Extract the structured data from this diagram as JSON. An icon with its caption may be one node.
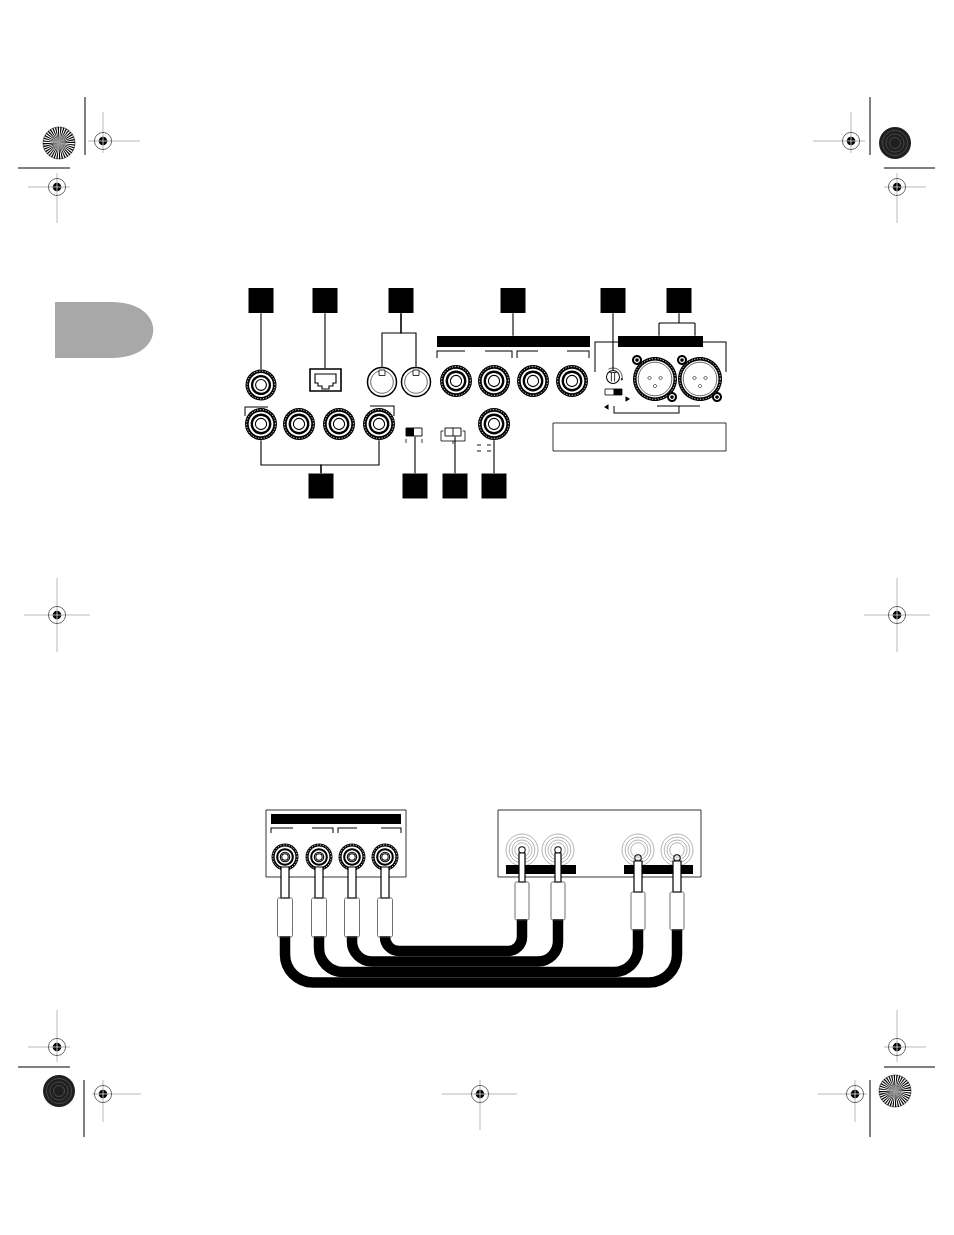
{
  "diagram": {
    "nodes": [
      {
        "text": [],
        "shape": "box"
      },
      {
        "text": [],
        "shape": "box"
      },
      {
        "text": [],
        "shape": "box"
      },
      {
        "text": [],
        "shape": "box"
      },
      {
        "text": [],
        "shape": "box"
      },
      {
        "text": [],
        "shape": "box"
      },
      {
        "text": [],
        "shape": "bar"
      },
      {
        "text": [],
        "shape": "bar"
      },
      {
        "text": [],
        "shape": "circle"
      },
      {
        "text": [],
        "shape": "box"
      },
      {
        "text": [],
        "shape": "circle"
      },
      {
        "text": [],
        "shape": "circle"
      },
      {
        "text": [],
        "shape": "circle"
      },
      {
        "text": [],
        "shape": "circle"
      },
      {
        "text": [],
        "shape": "circle"
      },
      {
        "text": [],
        "shape": "circle"
      },
      {
        "text": [],
        "shape": "circle"
      },
      {
        "text": [],
        "shape": "circle"
      },
      {
        "text": [],
        "shape": "circle"
      },
      {
        "text": [],
        "shape": "circle"
      },
      {
        "text": [],
        "shape": "circle"
      },
      {
        "text": [],
        "shape": "box"
      },
      {
        "text": [],
        "shape": "box"
      },
      {
        "text": [],
        "shape": "circle"
      },
      {
        "text": [],
        "shape": "box"
      },
      {
        "text": [],
        "shape": "box"
      },
      {
        "text": [],
        "shape": "box"
      },
      {
        "text": [],
        "shape": "box"
      },
      {
        "text": [],
        "shape": "box"
      },
      {
        "text": [],
        "shape": "circle",
        "in": 28
      },
      {
        "text": [],
        "shape": "circle",
        "in": 28
      },
      {
        "text": [],
        "shape": "circle",
        "in": 28
      },
      {
        "text": [],
        "shape": "circle",
        "in": 28
      },
      {
        "text": [],
        "shape": "box"
      },
      {
        "text": [],
        "shape": "circle",
        "in": 33
      },
      {
        "text": [],
        "shape": "circle",
        "in": 33
      },
      {
        "text": [],
        "shape": "circle",
        "in": 33
      },
      {
        "text": [],
        "shape": "circle",
        "in": 33
      }
    ],
    "edges": [
      {
        "from": 0,
        "to": 8,
        "arrow": "none"
      },
      {
        "from": 1,
        "to": 9,
        "arrow": "none"
      },
      {
        "from": 2,
        "to": 10,
        "arrow": "none"
      },
      {
        "from": 2,
        "to": 11,
        "arrow": "none"
      },
      {
        "from": 3,
        "to": 6,
        "arrow": "none"
      },
      {
        "from": 4,
        "to": 16,
        "arrow": "none"
      },
      {
        "from": 5,
        "to": 7,
        "arrow": "none"
      },
      {
        "from": 24,
        "to": 17,
        "arrow": "none"
      },
      {
        "from": 24,
        "to": 20,
        "arrow": "none"
      },
      {
        "from": 25,
        "to": 21,
        "arrow": "none"
      },
      {
        "from": 26,
        "to": 22,
        "arrow": "none"
      },
      {
        "from": 27,
        "to": 23,
        "arrow": "none"
      },
      {
        "from": 29,
        "to": 37,
        "arrow": "none",
        "style": "thick"
      },
      {
        "from": 30,
        "to": 36,
        "arrow": "none",
        "style": "thick"
      },
      {
        "from": 31,
        "to": 35,
        "arrow": "none",
        "style": "thick"
      },
      {
        "from": 32,
        "to": 34,
        "arrow": "none",
        "style": "thick"
      }
    ]
  }
}
